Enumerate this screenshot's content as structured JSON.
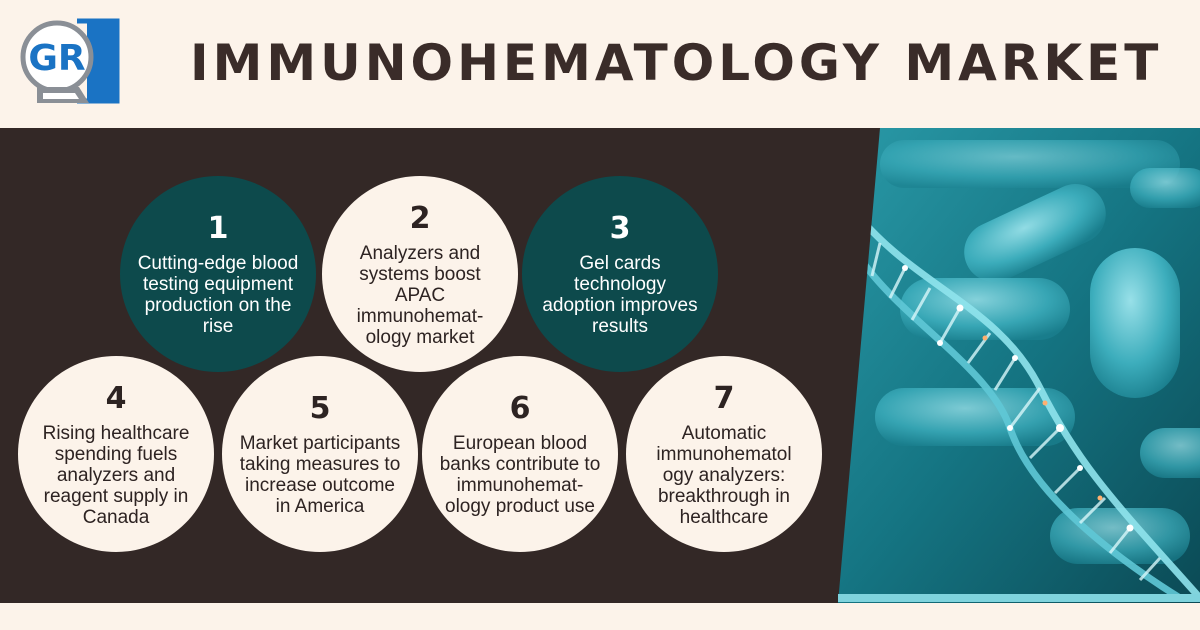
{
  "header": {
    "title": "IMMUNOHEMATOLOGY MARKET",
    "logo_text": "GR"
  },
  "colors": {
    "background": "#fcf3ea",
    "panel": "#332826",
    "circle_dark": "#0d4a4c",
    "circle_light": "#fcf3ea",
    "title": "#3a2c29",
    "logo_blue": "#1a73c4",
    "image_teal": "#1b8a9a"
  },
  "items": [
    {
      "number": "1",
      "text": "Cutting-edge blood testing equipment production on the rise",
      "style": "dark"
    },
    {
      "number": "2",
      "text": "Analyzers and systems boost APAC immunohemat-ology market",
      "style": "light"
    },
    {
      "number": "3",
      "text": "Gel cards technology adoption improves results",
      "style": "dark"
    },
    {
      "number": "4",
      "text": "Rising healthcare spending fuels analyzers and reagent supply in Canada",
      "style": "light"
    },
    {
      "number": "5",
      "text": "Market participants taking measures to increase outcome in America",
      "style": "light"
    },
    {
      "number": "6",
      "text": "European blood banks contribute to immunohemat-ology product use",
      "style": "light"
    },
    {
      "number": "7",
      "text": "Automatic immunohematol ogy analyzers: breakthrough in healthcare",
      "style": "light"
    }
  ],
  "image": {
    "icon": "dna-bacteria-image"
  }
}
